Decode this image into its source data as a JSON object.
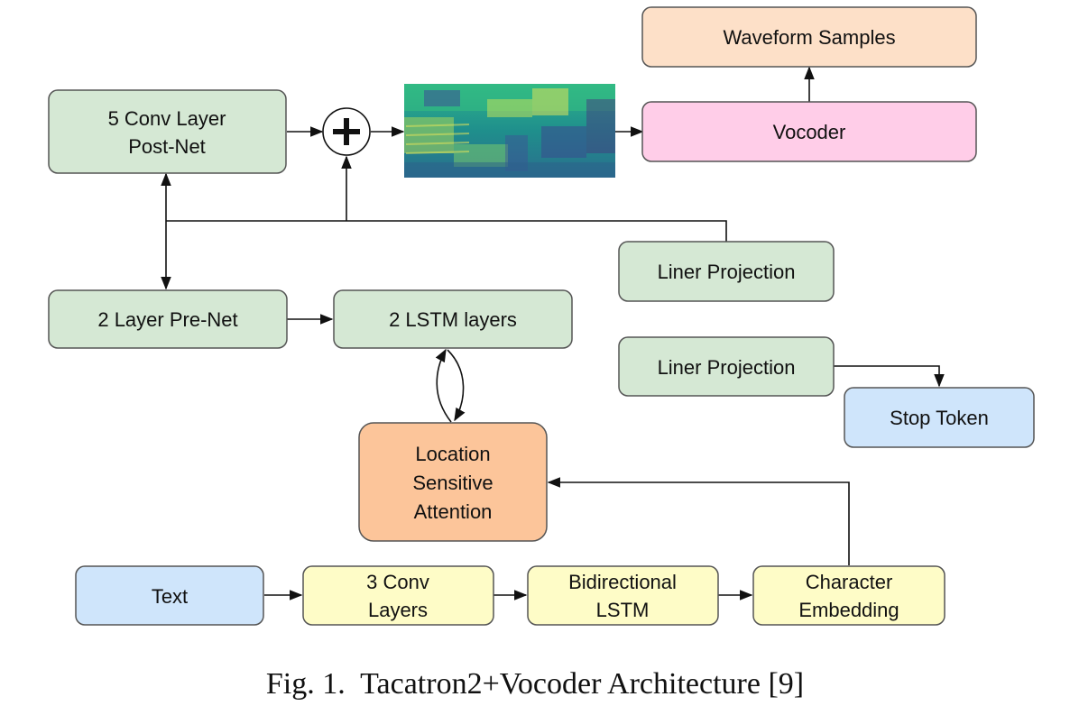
{
  "nodes": {
    "waveform": "Waveform Samples",
    "vocoder": "Vocoder",
    "postnet": [
      "5 Conv Layer",
      "Post-Net"
    ],
    "liner_projection_1": "Liner Projection",
    "prenet": "2 Layer Pre-Net",
    "lstm_layers": "2 LSTM layers",
    "liner_projection_2": "Liner Projection",
    "stop_token": "Stop Token",
    "attention": [
      "Location",
      "Sensitive",
      "Attention"
    ],
    "text": "Text",
    "conv_layers": [
      "3 Conv",
      "Layers"
    ],
    "bilstm": [
      "Bidirectional",
      "LSTM"
    ],
    "char_embedding": [
      "Character",
      "Embedding"
    ]
  },
  "caption": "Fig. 1.  Tacatron2+Vocoder Architecture [9]",
  "colors": {
    "green": "#d5e8d4",
    "orange_light": "#fde0c8",
    "orange": "#fcc59a",
    "pink": "#ffcde8",
    "blue": "#cfe5fb",
    "yellow": "#fefcc7",
    "border": "#555555"
  }
}
